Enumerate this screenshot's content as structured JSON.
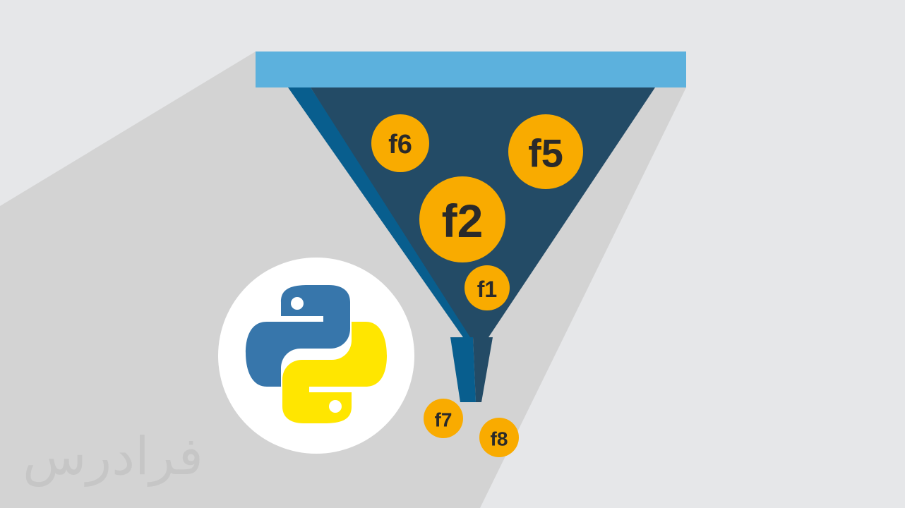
{
  "colors": {
    "background": "#e6e7e9",
    "shadow": "#d3d3d3",
    "funnel_rim": "#5cb1dd",
    "funnel_body": "#234b66",
    "funnel_side": "#085e8e",
    "ball": "#f9ab00",
    "ball_text": "#2a2a2a",
    "python_blue": "#3776ab",
    "python_yellow": "#ffe600"
  },
  "features_inside": [
    {
      "label": "f6"
    },
    {
      "label": "f5"
    },
    {
      "label": "f2"
    },
    {
      "label": "f1"
    }
  ],
  "features_out": [
    {
      "label": "f7"
    },
    {
      "label": "f8"
    }
  ],
  "logo": {
    "icon": "python-logo-icon"
  },
  "watermark": {
    "text": "فرادرس"
  }
}
